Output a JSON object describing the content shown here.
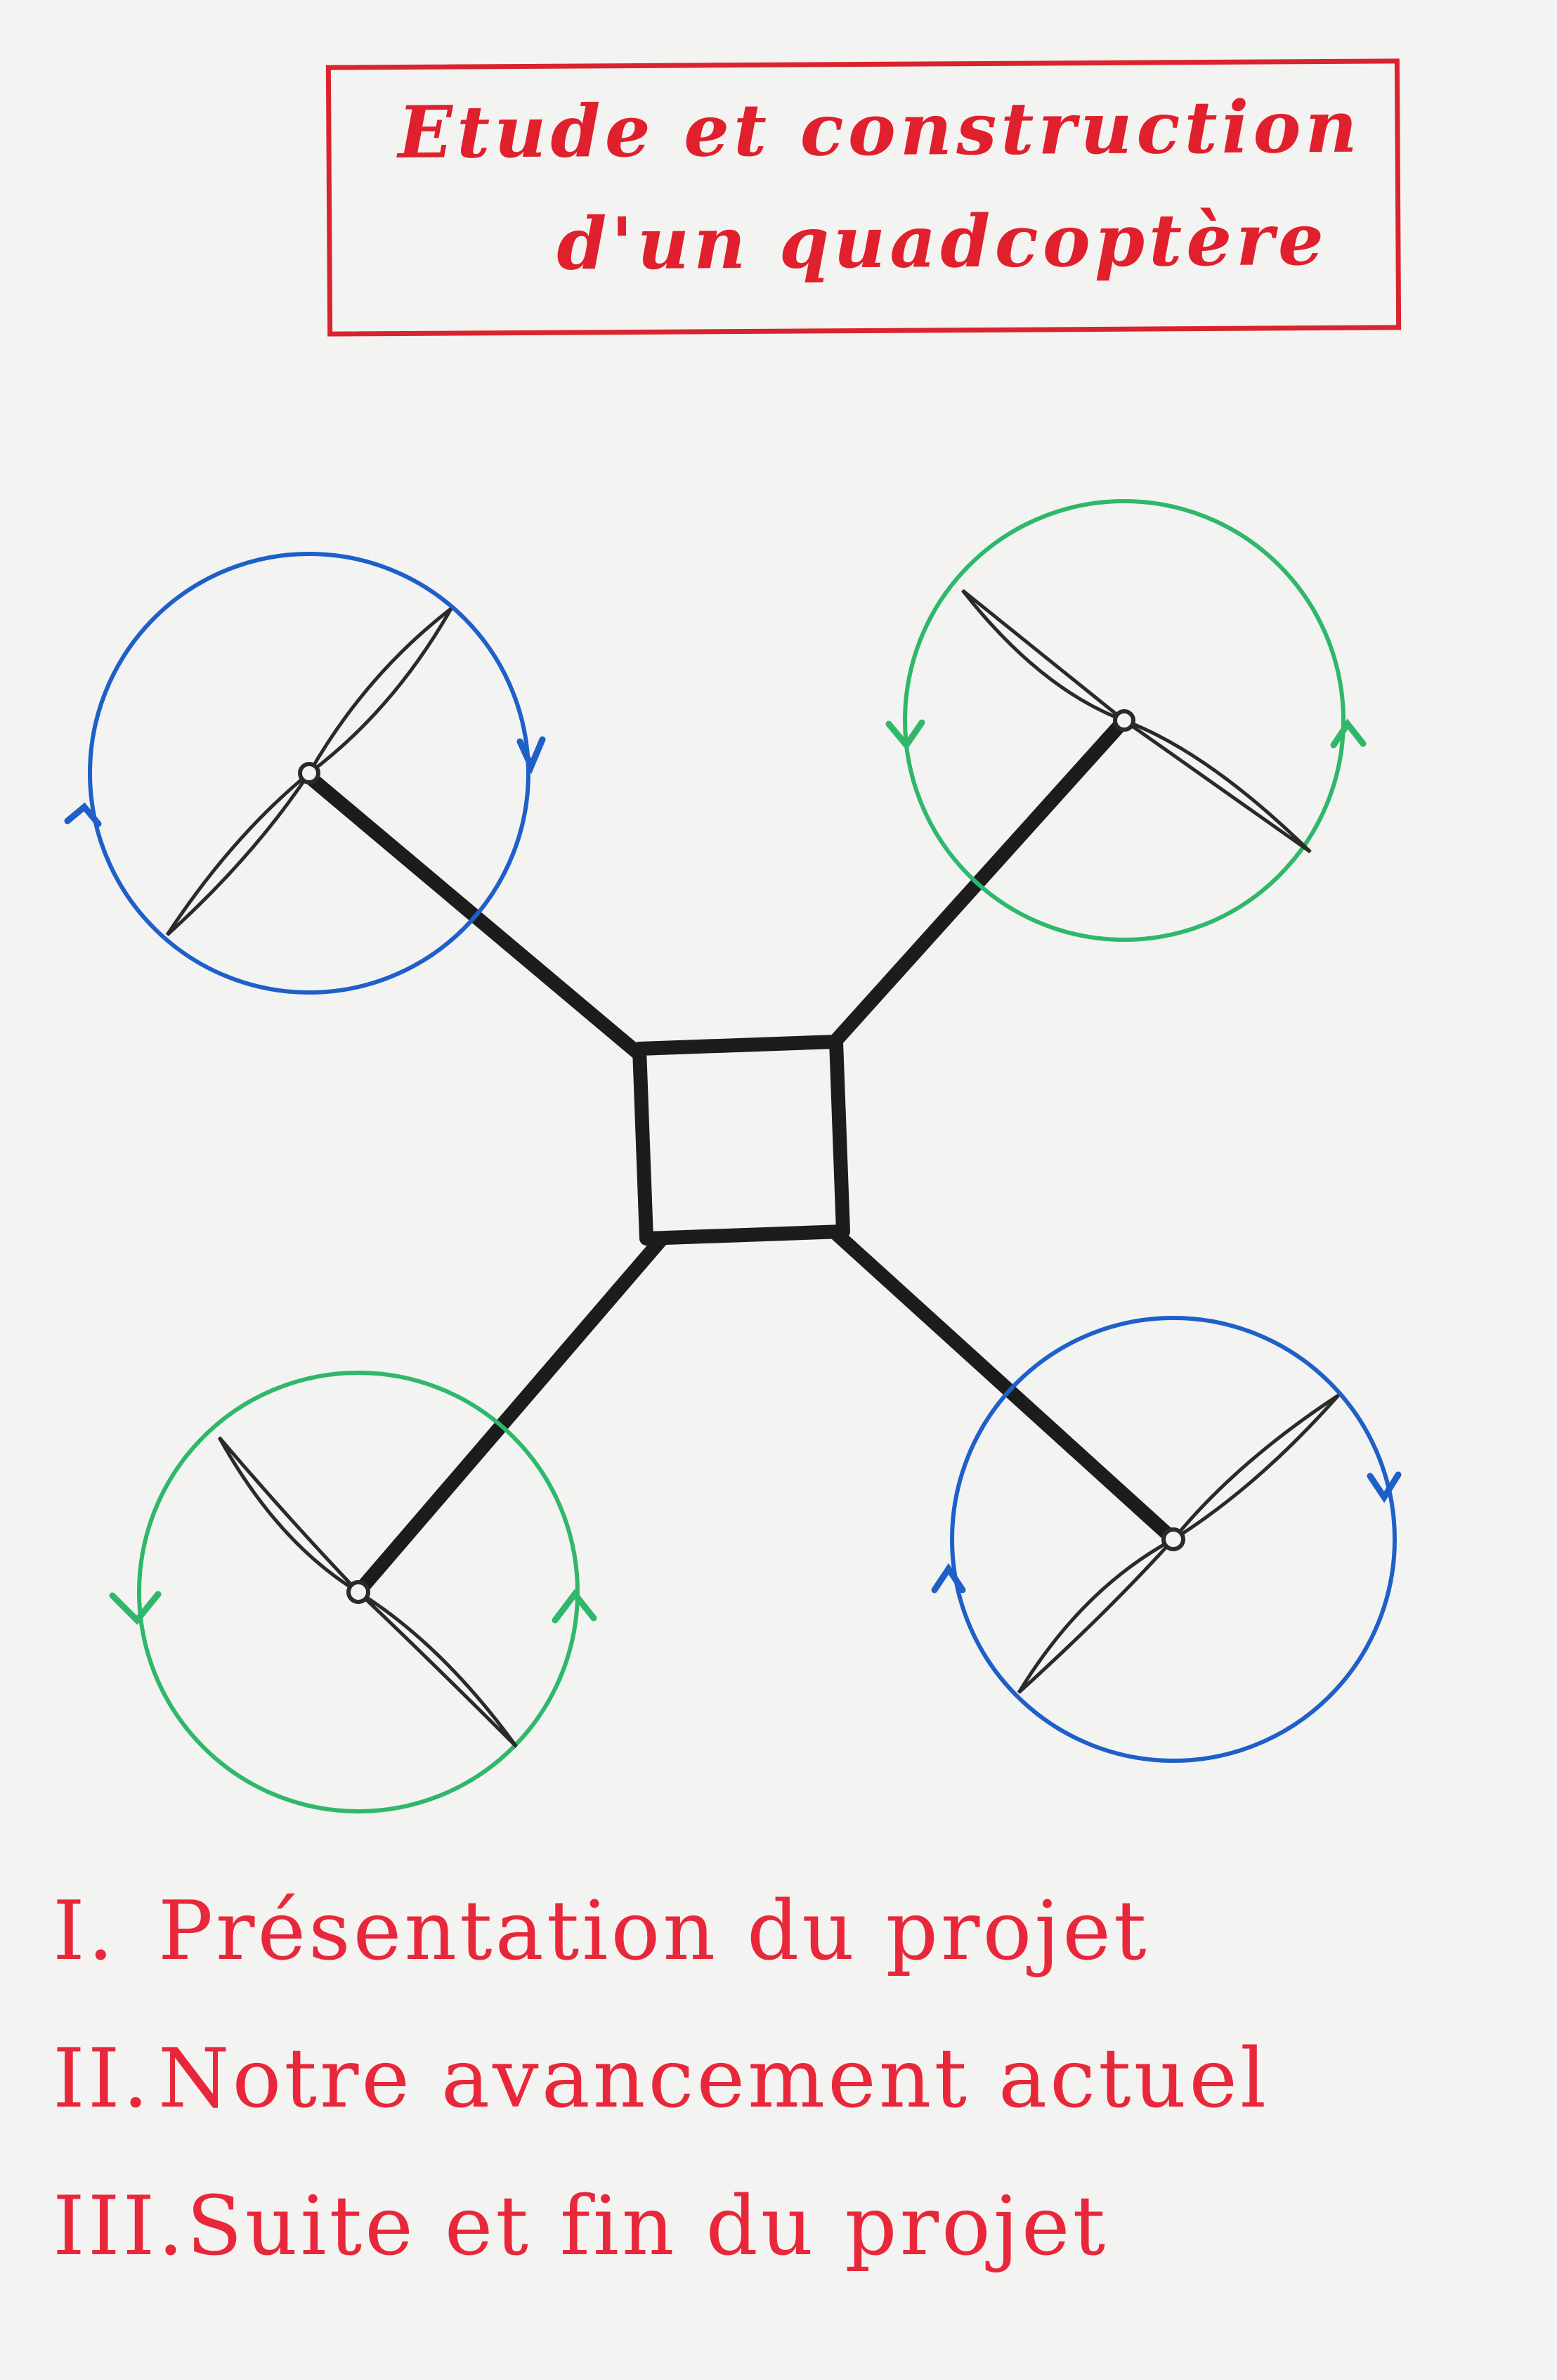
{
  "title": {
    "line1": "Etude et construction",
    "line2": "d'un quadcoptère"
  },
  "agenda": [
    {
      "number": "I.",
      "text": "Présentation du projet"
    },
    {
      "number": "II.",
      "text": "Notre avancement actuel"
    },
    {
      "number": "III.",
      "text": "Suite et fin du projet"
    }
  ],
  "colors": {
    "title": "#e0202c",
    "frame": "#1c1c1c",
    "rotor_clockwise": "#1f5fc9",
    "rotor_counterclockwise": "#2fb86a",
    "propeller": "#2a2a2a"
  },
  "rotors": [
    {
      "position": "top-left",
      "rotation": "clockwise",
      "color": "blue"
    },
    {
      "position": "top-right",
      "rotation": "counterclockwise",
      "color": "green"
    },
    {
      "position": "bottom-left",
      "rotation": "counterclockwise",
      "color": "green"
    },
    {
      "position": "bottom-right",
      "rotation": "clockwise",
      "color": "blue"
    }
  ]
}
